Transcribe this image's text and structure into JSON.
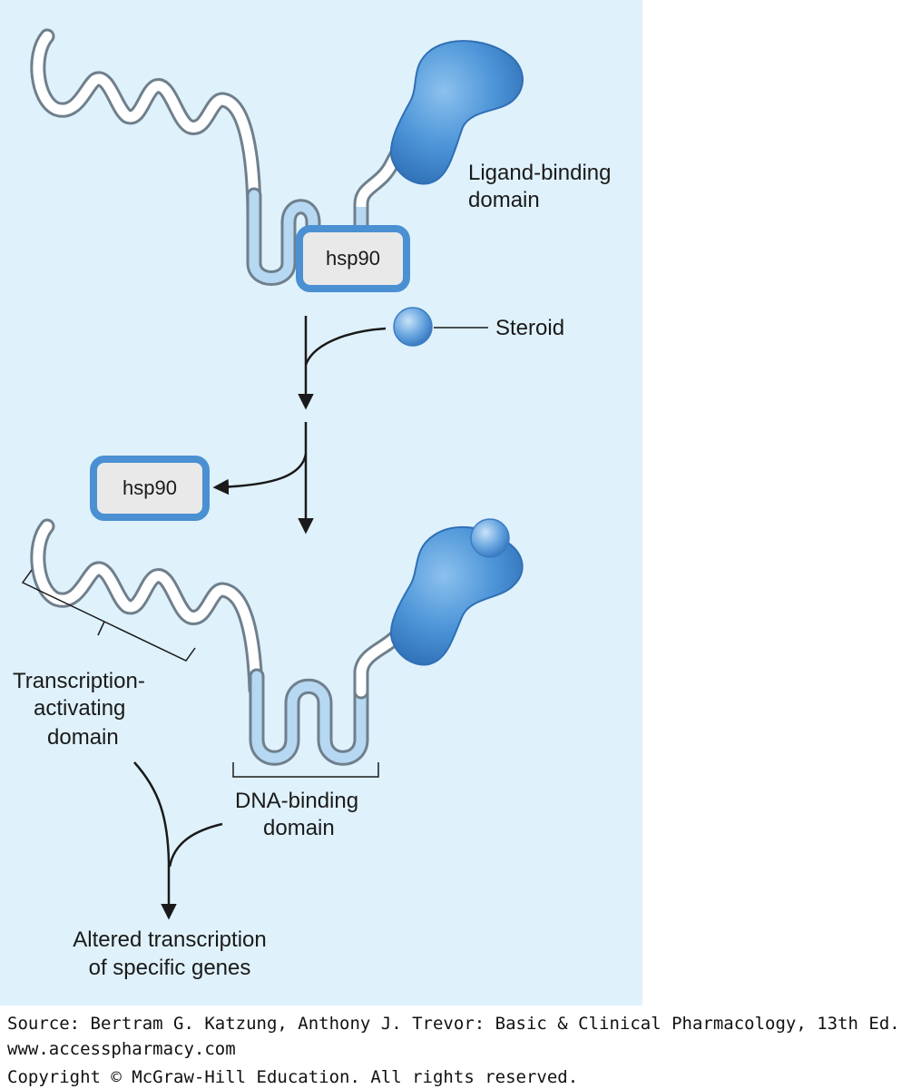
{
  "diagram": {
    "colors": {
      "panel": "#dff1fb",
      "protein_blue": "#4d95d8",
      "protein_blue_dark": "#2f6fb5",
      "chain_light": "#b6d8f2",
      "chain_outline": "#6f7f8c",
      "hsp_fill": "#e9e9e9",
      "hsp_border": "#4a90d2",
      "arrow": "#1a1a1a"
    },
    "labels": {
      "ligand_binding_line1": "Ligand-binding",
      "ligand_binding_line2": "domain",
      "hsp90_top": "hsp90",
      "steroid": "Steroid",
      "hsp90_released": "hsp90",
      "transcription_line1": "Transcription-",
      "transcription_line2": "activating",
      "transcription_line3": "domain",
      "dna_binding_line1": "DNA-binding",
      "dna_binding_line2": "domain",
      "altered_line1": "Altered transcription",
      "altered_line2": "of specific genes"
    },
    "icons": [
      "steroid-sphere-icon",
      "ligand-binding-domain-shape",
      "hsp90-box"
    ]
  },
  "footer": {
    "source": "Source: Bertram G. Katzung, Anthony J. Trevor: Basic & Clinical Pharmacology, 13th Ed.",
    "url": "www.accesspharmacy.com",
    "copyright": "Copyright © McGraw-Hill Education. All rights reserved."
  }
}
